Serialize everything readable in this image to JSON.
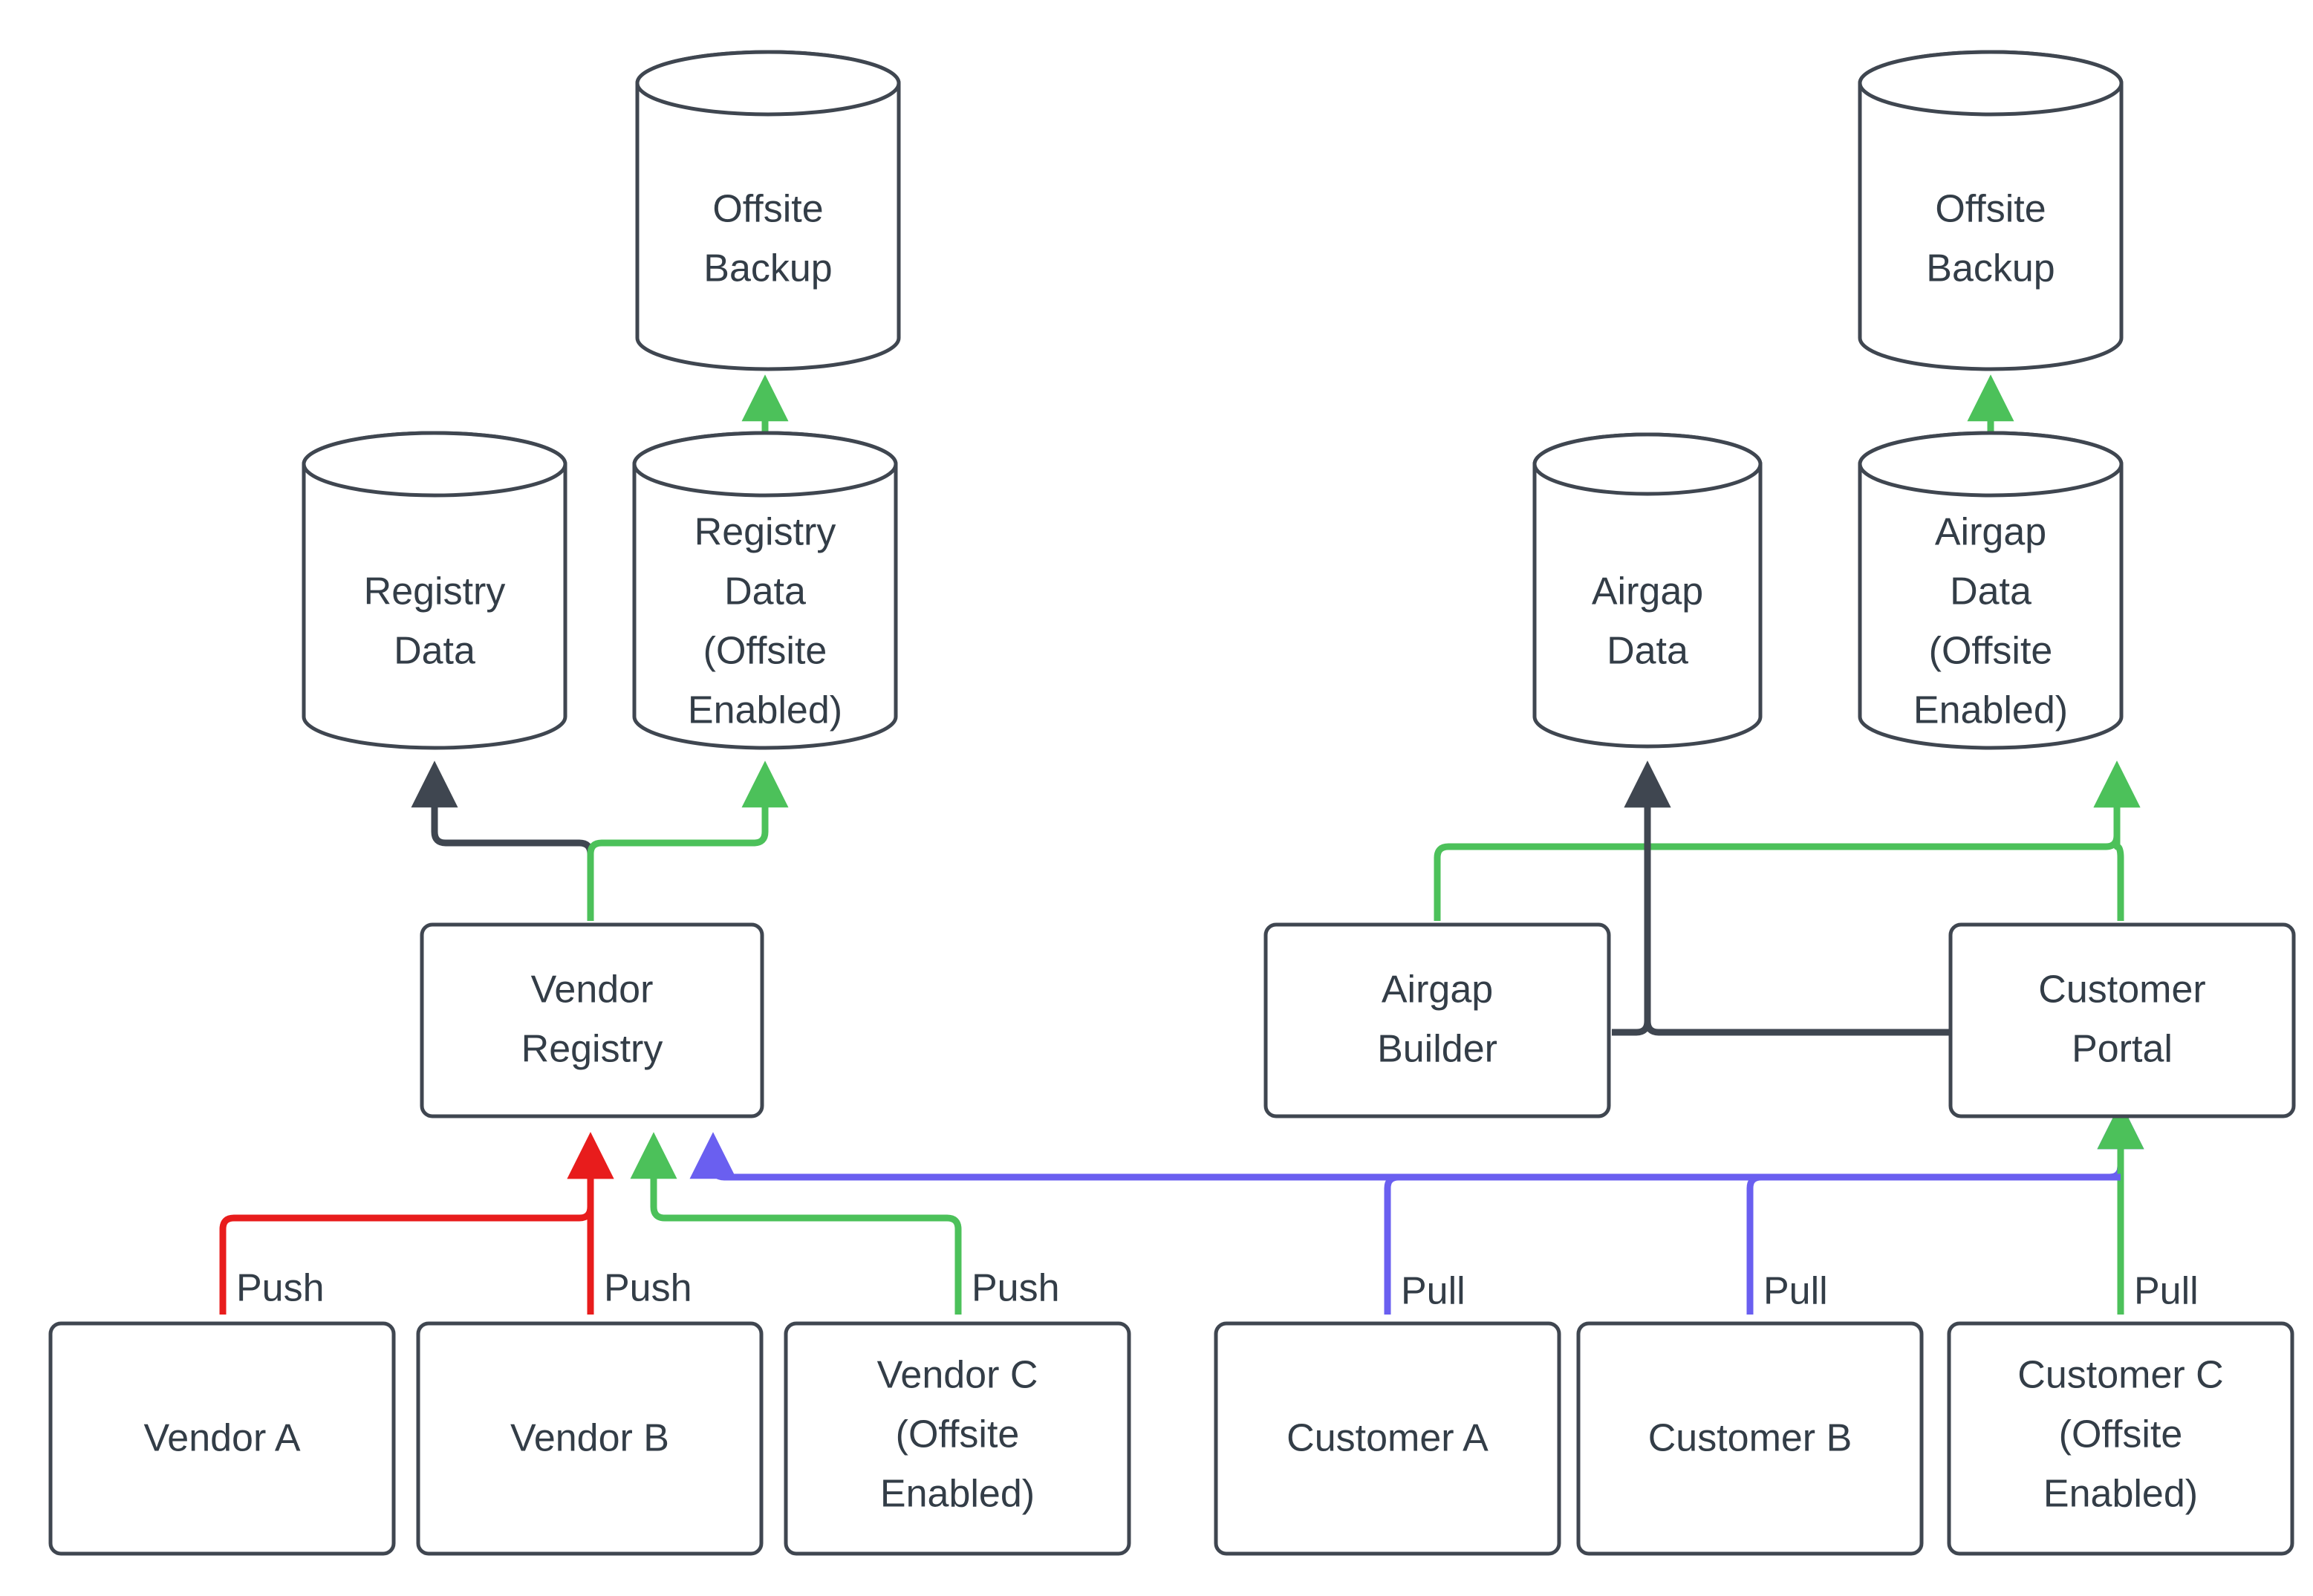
{
  "diagram": {
    "type": "flowchart",
    "title": "Vendor Registry and Customer Portal data flow with offsite backup",
    "colors": {
      "stroke_dark": "#3f4650",
      "text": "#333d47",
      "push_red": "#e81c1c",
      "offsite_green": "#4cc15a",
      "pull_blue": "#6a5ff0",
      "background": "#ffffff"
    },
    "nodes": {
      "offsite_backup_left": {
        "label_line1": "Offsite",
        "label_line2": "Backup",
        "shape": "cylinder"
      },
      "offsite_backup_right": {
        "label_line1": "Offsite",
        "label_line2": "Backup",
        "shape": "cylinder"
      },
      "registry_data": {
        "label_line1": "Registry",
        "label_line2": "Data",
        "shape": "cylinder"
      },
      "registry_data_offsite": {
        "label_line1": "Registry",
        "label_line2": "Data",
        "label_line3": "(Offsite",
        "label_line4": "Enabled)",
        "shape": "cylinder"
      },
      "airgap_data": {
        "label_line1": "Airgap",
        "label_line2": "Data",
        "shape": "cylinder"
      },
      "airgap_data_offsite": {
        "label_line1": "Airgap",
        "label_line2": "Data",
        "label_line3": "(Offsite",
        "label_line4": "Enabled)",
        "shape": "cylinder"
      },
      "vendor_registry": {
        "label_line1": "Vendor",
        "label_line2": "Registry",
        "shape": "box"
      },
      "airgap_builder": {
        "label_line1": "Airgap",
        "label_line2": "Builder",
        "shape": "box"
      },
      "customer_portal": {
        "label_line1": "Customer",
        "label_line2": "Portal",
        "shape": "box"
      },
      "vendor_a": {
        "label_line1": "Vendor A",
        "shape": "box"
      },
      "vendor_b": {
        "label_line1": "Vendor B",
        "shape": "box"
      },
      "vendor_c": {
        "label_line1": "Vendor C",
        "label_line2": "(Offsite",
        "label_line3": "Enabled)",
        "shape": "box"
      },
      "customer_a": {
        "label_line1": "Customer A",
        "shape": "box"
      },
      "customer_b": {
        "label_line1": "Customer B",
        "shape": "box"
      },
      "customer_c": {
        "label_line1": "Customer C",
        "label_line2": "(Offsite",
        "label_line3": "Enabled)",
        "shape": "box"
      }
    },
    "edge_labels": {
      "vendor_a_push": "Push",
      "vendor_b_push": "Push",
      "vendor_c_push": "Push",
      "customer_a_pull": "Pull",
      "customer_b_pull": "Pull",
      "customer_c_pull": "Pull"
    },
    "edges": [
      {
        "from": "vendor_a",
        "to": "vendor_registry",
        "label": "Push",
        "color": "push_red"
      },
      {
        "from": "vendor_b",
        "to": "vendor_registry",
        "label": "Push",
        "color": "push_red"
      },
      {
        "from": "vendor_c",
        "to": "vendor_registry",
        "label": "Push",
        "color": "offsite_green"
      },
      {
        "from": "customer_a",
        "to": "customer_portal",
        "label": "Pull",
        "color": "pull_blue"
      },
      {
        "from": "customer_b",
        "to": "customer_portal",
        "label": "Pull",
        "color": "pull_blue"
      },
      {
        "from": "customer_c",
        "to": "customer_portal",
        "label": "Pull",
        "color": "offsite_green"
      },
      {
        "from": "customer_portal",
        "to": "vendor_registry",
        "label": "",
        "color": "pull_blue"
      },
      {
        "from": "vendor_registry",
        "to": "registry_data",
        "label": "",
        "color": "stroke_dark"
      },
      {
        "from": "vendor_registry",
        "to": "registry_data_offsite",
        "label": "",
        "color": "offsite_green"
      },
      {
        "from": "registry_data_offsite",
        "to": "offsite_backup_left",
        "label": "",
        "color": "offsite_green"
      },
      {
        "from": "airgap_builder",
        "to": "airgap_data_offsite",
        "label": "",
        "color": "offsite_green"
      },
      {
        "from": "customer_portal",
        "to": "airgap_data_offsite",
        "label": "",
        "color": "offsite_green"
      },
      {
        "from": "airgap_builder",
        "to": "airgap_data",
        "label": "",
        "color": "stroke_dark"
      },
      {
        "from": "customer_portal",
        "to": "airgap_data",
        "label": "",
        "color": "stroke_dark"
      },
      {
        "from": "airgap_data_offsite",
        "to": "offsite_backup_right",
        "label": "",
        "color": "offsite_green"
      }
    ]
  }
}
